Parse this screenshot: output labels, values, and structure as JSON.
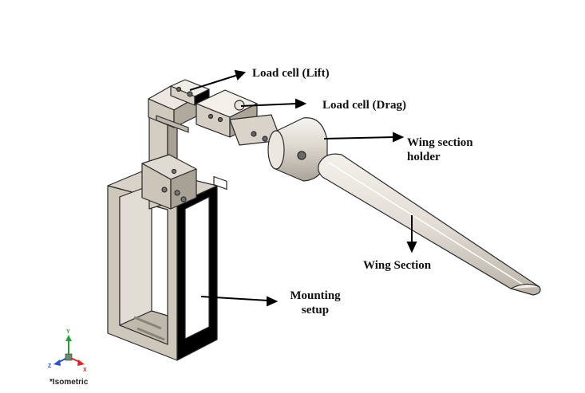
{
  "labels": {
    "load_cell_lift": "Load cell (Lift)",
    "load_cell_drag": "Load cell (Drag)",
    "wing_section_holder": "Wing section holder",
    "wing_section": "Wing Section",
    "mounting_setup": "Mounting setup"
  },
  "view": {
    "name": "*Isometric",
    "axes": {
      "x": "X",
      "y": "Y",
      "z": "Z"
    }
  },
  "colors": {
    "metal_light": "#e8e4dc",
    "metal_mid": "#cfc9bf",
    "metal_dark": "#a8a196",
    "edge": "#2a2a2a",
    "arrow": "#000000",
    "axis_x": "#d62828",
    "axis_y": "#2a9d3a",
    "axis_z": "#2b50c8"
  }
}
